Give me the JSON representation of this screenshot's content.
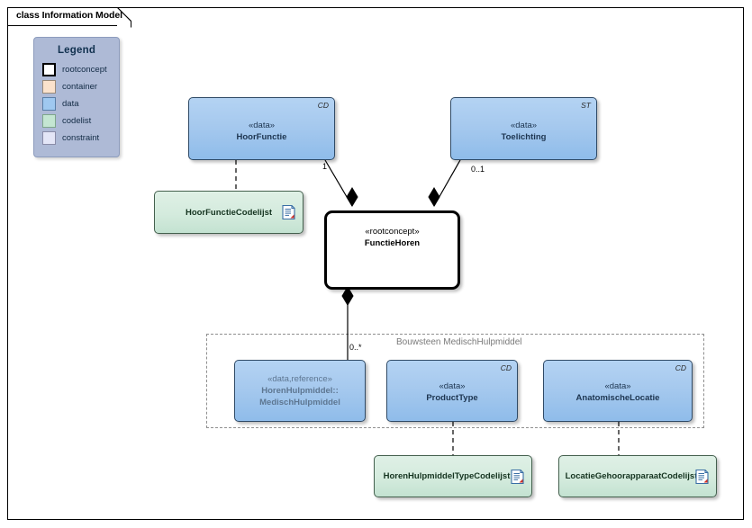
{
  "frame": {
    "tab_label": "class Information Model",
    "border_color": "#000000"
  },
  "legend": {
    "title": "Legend",
    "items": [
      {
        "label": "rootconcept",
        "color": "#ffffff"
      },
      {
        "label": "container",
        "color": "#fbe2cc"
      },
      {
        "label": "data",
        "color": "#9fc8f0"
      },
      {
        "label": "codelist",
        "color": "#c4e6d2"
      },
      {
        "label": "constraint",
        "color": "#e4e6f7"
      }
    ]
  },
  "container": {
    "label": "Bouwsteen MedischHulpmiddel"
  },
  "nodes": {
    "hoorfunctie": {
      "stereotype": "«data»",
      "name": "HoorFunctie",
      "tag": "CD"
    },
    "toelichting": {
      "stereotype": "«data»",
      "name": "Toelichting",
      "tag": "ST"
    },
    "functiehoren": {
      "stereotype": "«rootconcept»",
      "name": "FunctieHoren",
      "tag": ""
    },
    "hoorfunctiecodelijst": {
      "name": "HoorFunctieCodelijst"
    },
    "medischhulpmiddel": {
      "stereotype": "«data,reference»",
      "name_line1": "HorenHulpmiddel::",
      "name_line2": "MedischHulpmiddel",
      "tag": ""
    },
    "producttype": {
      "stereotype": "«data»",
      "name": "ProductType",
      "tag": "CD"
    },
    "anatomischelocatie": {
      "stereotype": "«data»",
      "name": "AnatomischeLocatie",
      "tag": "CD"
    },
    "horenhulpmiddeltypecodelijst": {
      "name": "HorenHulpmiddelTypeCodelijst"
    },
    "locatiegehoorapparaatcodelijst": {
      "name": "LocatieGehoorapparaatCodelijst"
    }
  },
  "multiplicities": {
    "hoorfunctie_to_functiehoren": "1",
    "toelichting_to_functiehoren": "0..1",
    "functiehoren_to_medischhulpmiddel": "0..*"
  },
  "icons": {
    "document": "document-icon"
  },
  "colors": {
    "data_fill": "#a6c9ee",
    "codelist_fill": "#d4ebdd",
    "rootconcept_fill": "#ffffff",
    "legend_fill": "#aebad6",
    "container_stroke": "#8f8f8f",
    "connector_stroke": "#000000"
  }
}
